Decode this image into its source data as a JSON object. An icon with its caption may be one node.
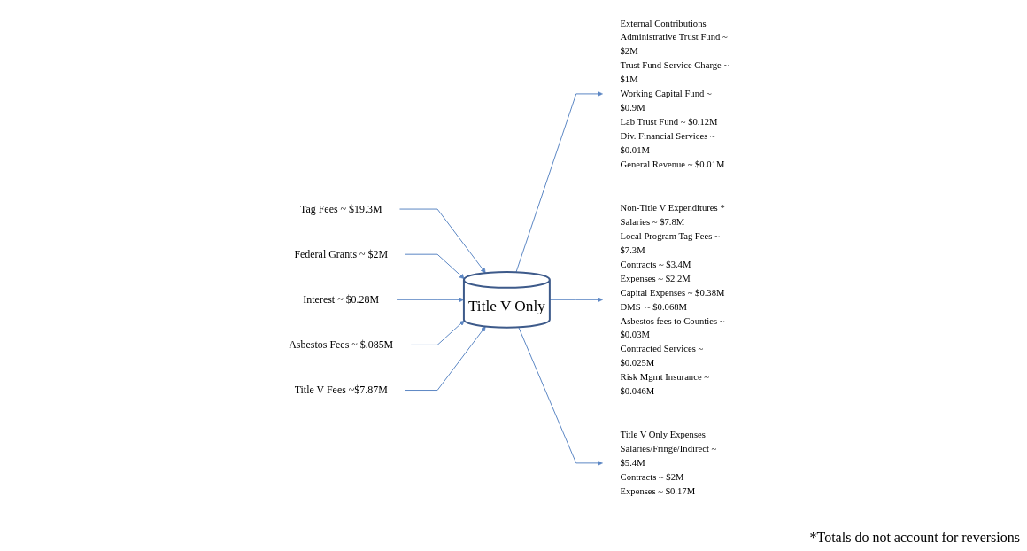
{
  "diagram": {
    "nodes": [
      {
        "text": [
          "Tag Fees ~ $19.3M"
        ]
      },
      {
        "text": [
          "Federal Grants ~ $2M"
        ]
      },
      {
        "text": [
          "Interest ~ $0.28M"
        ]
      },
      {
        "text": [
          "Asbestos Fees ~ $.085M"
        ]
      },
      {
        "text": [
          "Title V Fees ~$7.87M"
        ]
      },
      {
        "text": [
          "Title V Only"
        ]
      },
      {
        "text": [
          "External Contributions",
          "Administrative Trust Fund ~ $2M",
          "Trust Fund Service Charge ~ $1M",
          "Working Capital Fund ~ $0.9M",
          "Lab Trust Fund ~ $0.12M",
          "Div. Financial Services ~ $0.01M",
          "General Revenue ~ $0.01M"
        ]
      },
      {
        "text": [
          "Non-Title V Expenditures *",
          "Salaries ~ $7.8M",
          "Local Program Tag Fees ~ $7.3M",
          "Contracts ~ $3.4M",
          "Expenses ~ $2.2M",
          "Capital Expenses ~ $0.38M",
          "DMS  ~ $0.068M",
          "Asbestos fees to Counties ~ $0.03M",
          "Contracted Services ~ $0.025M",
          "Risk Mgmt Insurance ~ $0.046M"
        ]
      },
      {
        "text": [
          "Title V Only Expenses",
          "Salaries/Fringe/Indirect ~ $5.4M",
          "Contracts ~ $2M",
          "Expenses ~ $0.17M"
        ]
      }
    ],
    "edges": [
      {
        "from": 0,
        "to": 5,
        "arrow": "to"
      },
      {
        "from": 1,
        "to": 5,
        "arrow": "to"
      },
      {
        "from": 2,
        "to": 5,
        "arrow": "to"
      },
      {
        "from": 3,
        "to": 5,
        "arrow": "to"
      },
      {
        "from": 4,
        "to": 5,
        "arrow": "to"
      },
      {
        "from": 5,
        "to": 6,
        "arrow": "to"
      },
      {
        "from": 5,
        "to": 7,
        "arrow": "to"
      },
      {
        "from": 5,
        "to": 8,
        "arrow": "to"
      }
    ],
    "labels": [
      "*Totals do not account for reversions"
    ]
  }
}
